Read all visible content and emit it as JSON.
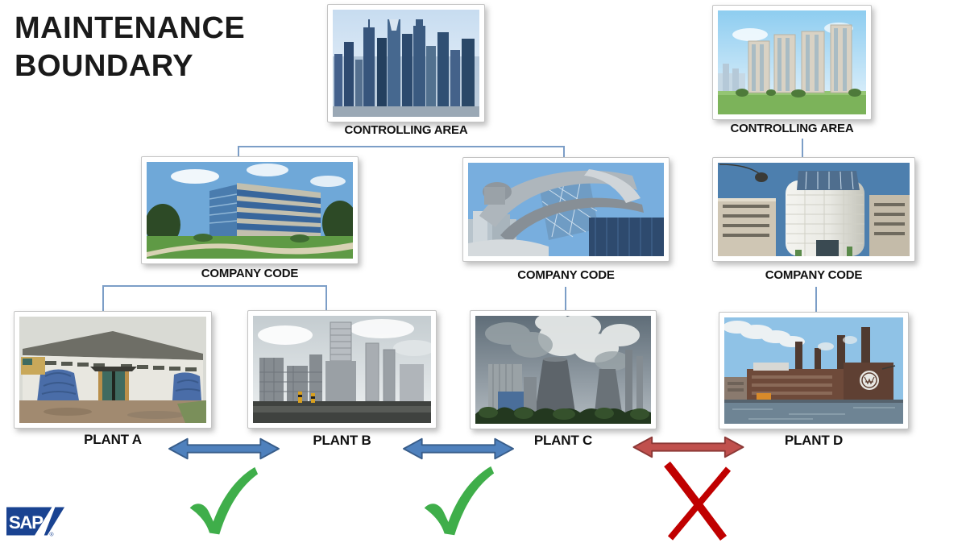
{
  "slide": {
    "title_line1": "MAINTENANCE",
    "title_line2": "BOUNDARY"
  },
  "hierarchy": {
    "controlling_areas": [
      {
        "label": "CONTROLLING AREA",
        "photo": "city-skyline"
      },
      {
        "label": "CONTROLLING AREA",
        "photo": "residential-towers"
      }
    ],
    "company_codes": [
      {
        "label": "COMPANY CODE",
        "photo": "office-building",
        "parent": "CONTROLLING AREA 1"
      },
      {
        "label": "COMPANY CODE",
        "photo": "modern-curved-building",
        "parent": "CONTROLLING AREA 1"
      },
      {
        "label": "COMPANY CODE",
        "photo": "cylindrical-building",
        "parent": "CONTROLLING AREA 2"
      }
    ],
    "plants": [
      {
        "label": "PLANT A",
        "photo": "warehouse",
        "parent": "COMPANY CODE 1"
      },
      {
        "label": "PLANT B",
        "photo": "refinery",
        "parent": "COMPANY CODE 1"
      },
      {
        "label": "PLANT C",
        "photo": "power-station",
        "parent": "COMPANY CODE 2"
      },
      {
        "label": "PLANT D",
        "photo": "brick-factory",
        "parent": "COMPANY CODE 3"
      }
    ]
  },
  "relations": [
    {
      "from": "PLANT A",
      "to": "PLANT B",
      "arrow": "double-headed-arrow-icon",
      "arrow_color": "#4F81BD",
      "mark": "checkmark-icon",
      "status": "allowed"
    },
    {
      "from": "PLANT B",
      "to": "PLANT C",
      "arrow": "double-headed-arrow-icon",
      "arrow_color": "#4F81BD",
      "mark": "checkmark-icon",
      "status": "allowed"
    },
    {
      "from": "PLANT C",
      "to": "PLANT D",
      "arrow": "double-headed-arrow-icon",
      "arrow_color": "#C0504D",
      "mark": "x-mark-icon",
      "status": "not-allowed"
    }
  ],
  "logo": {
    "text": "SAP",
    "registered": "®"
  },
  "colors": {
    "arrow_blue": "#4F81BD",
    "arrow_blue_border": "#385D8A",
    "arrow_red": "#C0504D",
    "arrow_red_border": "#8C3836",
    "check_green": "#3FAE4A",
    "cross_red": "#C00000",
    "connector_blue": "#7C9EC7",
    "sap_blue": "#1A4391",
    "title_black": "#1A1A1A"
  }
}
